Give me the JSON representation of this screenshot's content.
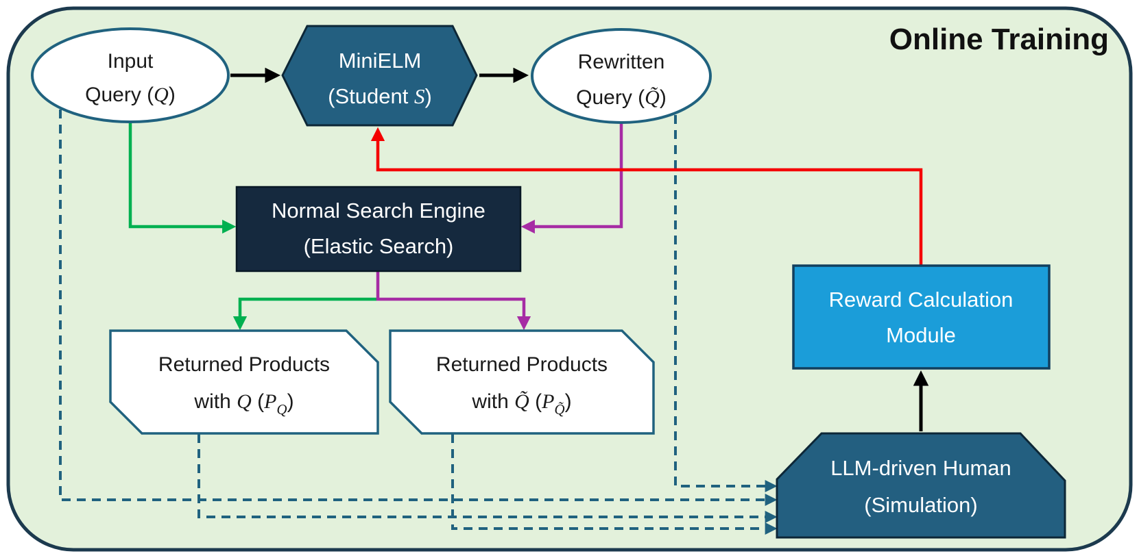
{
  "header": {
    "title": "Online Training"
  },
  "colors": {
    "panel_fill": "#E3F1DB",
    "panel_border": "#1C3A4E",
    "teal": "#20627F",
    "dark_node_fill": "#235F80",
    "dark_node_border": "#0D2737",
    "search_fill": "#15293E",
    "search_border": "#081824",
    "reward_fill": "#1B9DD9",
    "reward_border": "#123F5E",
    "green": "#00B050",
    "purple": "#A62CA4",
    "red": "#F40000",
    "black": "#000000"
  },
  "nodes": {
    "input_query": {
      "line1": "Input",
      "line2_pre": "Query (",
      "line2_math": "Q",
      "line2_post": ")"
    },
    "minielm": {
      "line1": "MiniELM",
      "line2_pre": "(Student ",
      "line2_math": "S",
      "line2_post": ")"
    },
    "rewritten_query": {
      "line1": "Rewritten",
      "line2_pre": "Query (",
      "line2_math": "Q̃",
      "line2_post": ")"
    },
    "search_engine": {
      "line1": "Normal Search Engine",
      "line2": "(Elastic Search)"
    },
    "returned_q": {
      "line1": "Returned Products",
      "pre": "with ",
      "math1": "Q",
      "mid": " (",
      "math2": "P",
      "sub": "Q",
      "post": ")"
    },
    "returned_qt": {
      "line1": "Returned Products",
      "pre": "with ",
      "math1": "Q̃",
      "mid": " (",
      "math2": "P",
      "sub": "Q̃",
      "post": ")"
    },
    "reward": {
      "line1": "Reward Calculation",
      "line2": "Module"
    },
    "llm": {
      "line1": "LLM-driven Human",
      "line2": "(Simulation)"
    }
  },
  "edges": [
    {
      "from": "input-query",
      "to": "minielm",
      "style": "solid",
      "color": "black"
    },
    {
      "from": "minielm",
      "to": "rewritten-query",
      "style": "solid",
      "color": "black"
    },
    {
      "from": "input-query",
      "to": "search-engine",
      "style": "solid",
      "color": "green"
    },
    {
      "from": "rewritten-query",
      "to": "search-engine",
      "style": "solid",
      "color": "purple"
    },
    {
      "from": "search-engine",
      "to": "returned-products-q",
      "style": "solid",
      "color": "green"
    },
    {
      "from": "search-engine",
      "to": "returned-products-q-tilde",
      "style": "solid",
      "color": "purple"
    },
    {
      "from": "reward-module",
      "to": "minielm",
      "style": "solid",
      "color": "red"
    },
    {
      "from": "llm-human",
      "to": "reward-module",
      "style": "solid",
      "color": "black"
    },
    {
      "from": "rewritten-query",
      "to": "llm-human",
      "style": "dashed",
      "color": "teal"
    },
    {
      "from": "input-query",
      "to": "llm-human",
      "style": "dashed",
      "color": "teal"
    },
    {
      "from": "returned-products-q",
      "to": "llm-human",
      "style": "dashed",
      "color": "teal"
    },
    {
      "from": "returned-products-q-tilde",
      "to": "llm-human",
      "style": "dashed",
      "color": "teal"
    }
  ]
}
